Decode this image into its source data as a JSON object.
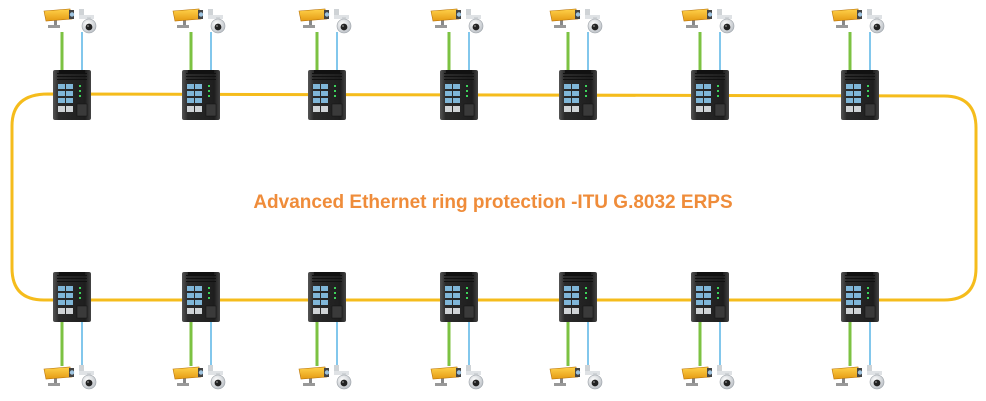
{
  "title": "Advanced Ethernet ring protection -ITU G.8032 ERPS",
  "colors": {
    "ring": "#f5bc1c",
    "bullet_link": "#7cc242",
    "dome_link": "#59b4e6",
    "switch_body": "#2b2b2b",
    "title": "#ef8c3a"
  },
  "icons": {
    "switch": "industrial-ethernet-switch-icon",
    "bullet_camera": "bullet-camera-icon",
    "dome_camera": "dome-camera-icon"
  },
  "ring": {
    "top_row_switch_count": 7,
    "bottom_row_switch_count": 7,
    "cameras_per_switch": [
      "bullet-camera",
      "dome-camera"
    ]
  }
}
